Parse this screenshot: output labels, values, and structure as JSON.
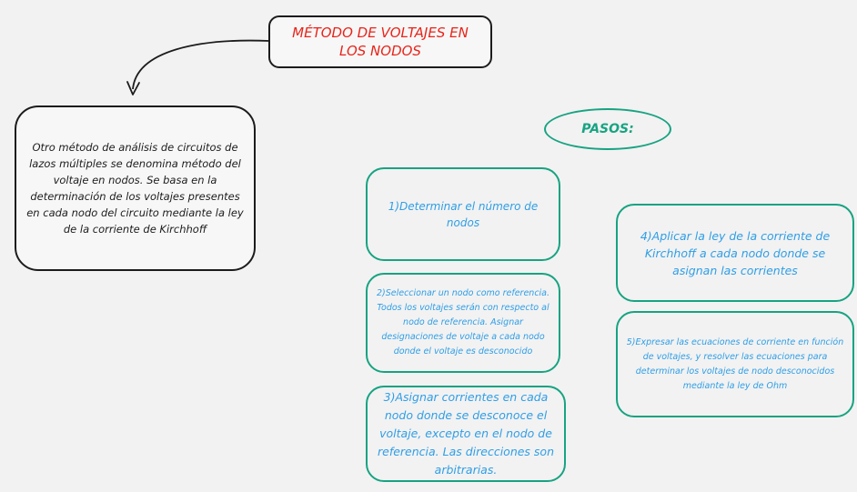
{
  "title": "MÉTODO DE VOLTAJES EN LOS NODOS",
  "description": "Otro método de análisis de circuitos de lazos múltiples se denomina método del voltaje en nodos. Se basa en la determinación de los voltajes presentes en cada nodo del circuito mediante la ley de la corriente de Kirchhoff",
  "pasos_label": "PASOS:",
  "steps": [
    "1)Determinar el número de nodos",
    "2)Seleccionar un nodo como referencia. Todos los voltajes serán con respecto al nodo de referencia. Asignar designaciones de voltaje a cada nodo donde el voltaje es desconocido",
    "3)Asignar corrientes en cada nodo donde se desconoce el voltaje, excepto en el nodo de referencia. Las direcciones son arbitrarias.",
    "4)Aplicar la ley de la corriente de Kirchhoff a cada nodo donde se asignan las corrientes",
    "5)Expresar las ecuaciones de corriente en función de voltajes, y resolver las ecuaciones para determinar los voltajes de nodo desconocidos mediante la ley de Ohm"
  ],
  "colors": {
    "title_text": "#e8241a",
    "step_border": "#17a382",
    "step_text": "#2f9ee6",
    "dark_border": "#1c1c1c",
    "background": "#f2f2f2"
  }
}
